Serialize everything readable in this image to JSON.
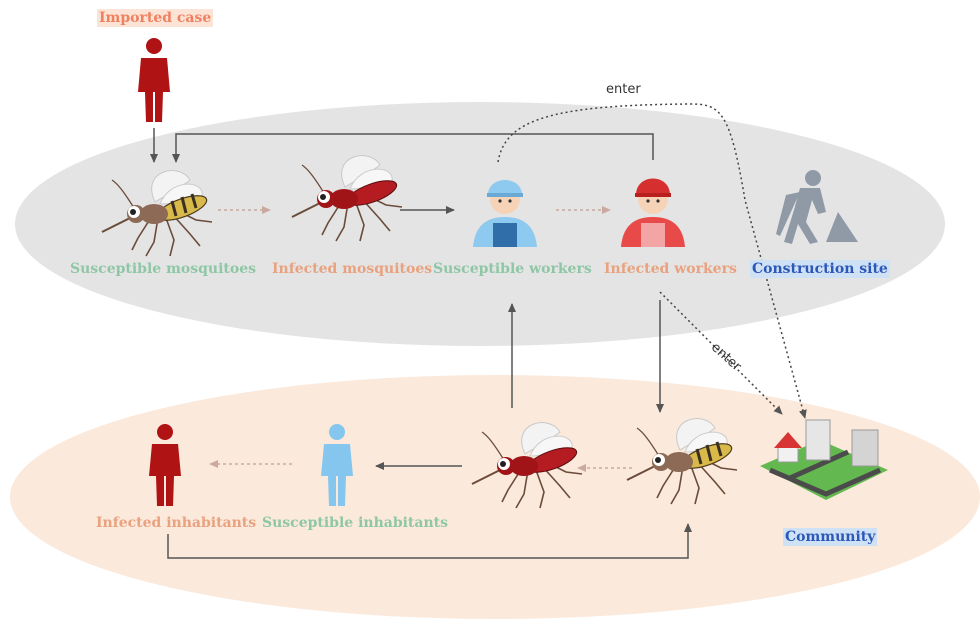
{
  "labels": {
    "imported_case": "Imported case",
    "susceptible_mosquitoes": "Susceptible mosquitoes",
    "infected_mosquitoes": "Infected mosquitoes",
    "susceptible_workers": "Susceptible workers",
    "infected_workers": "Infected workers",
    "construction_site": "Construction site",
    "infected_inhabitants": "Infected inhabitants",
    "susceptible_inhabitants": "Susceptible inhabitants",
    "community": "Community"
  },
  "edge_labels": {
    "enter_top": "enter",
    "enter_right": "enter"
  },
  "colors": {
    "site_zone": "#e4e4e4",
    "community_zone": "#fbe9dc",
    "susceptible_text": "#8ec7a6",
    "infected_text": "#e9a17e",
    "imported_text": "#f08060",
    "highlight_bg": "#cfe1f5",
    "highlight_text": "#2c58b8",
    "infected_person": "#b01313",
    "susceptible_person": "#84c6ee",
    "site_icon": "#8f9aa6",
    "arrow": "#555555"
  },
  "icons": {
    "imported_case": "person-icon",
    "susceptible_mosquito": "mosquito-icon",
    "infected_mosquito": "infected-mosquito-icon",
    "susceptible_worker": "worker-icon",
    "infected_worker": "worker-icon",
    "construction_site": "construction-worker-icon",
    "community": "community-buildings-icon",
    "infected_inhabitant": "person-icon",
    "susceptible_inhabitant": "person-icon"
  }
}
